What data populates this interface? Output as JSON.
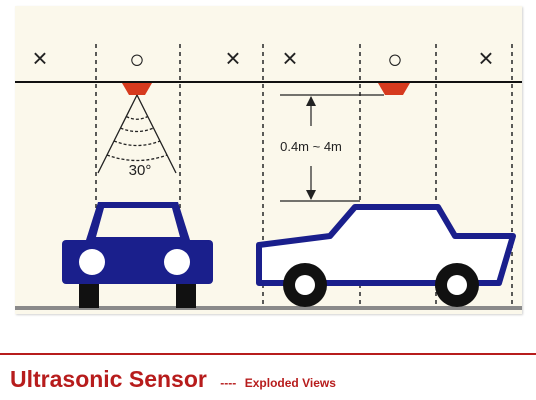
{
  "diagram": {
    "left_scene": {
      "parking_slots": [
        "×",
        "○",
        "×"
      ],
      "angle_label": "30°"
    },
    "right_scene": {
      "parking_slots": [
        "×",
        "○",
        "×"
      ],
      "range_label": "0.4m ~ 4m"
    }
  },
  "caption": {
    "title": "Ultrasonic Sensor",
    "separator": "----",
    "subtitle": "Exploded Views"
  },
  "colors": {
    "car_fill": "#1a1f8c",
    "sensor": "#d63a1e",
    "title": "#b71c1c",
    "panel_bg": "#fbf8eb"
  }
}
